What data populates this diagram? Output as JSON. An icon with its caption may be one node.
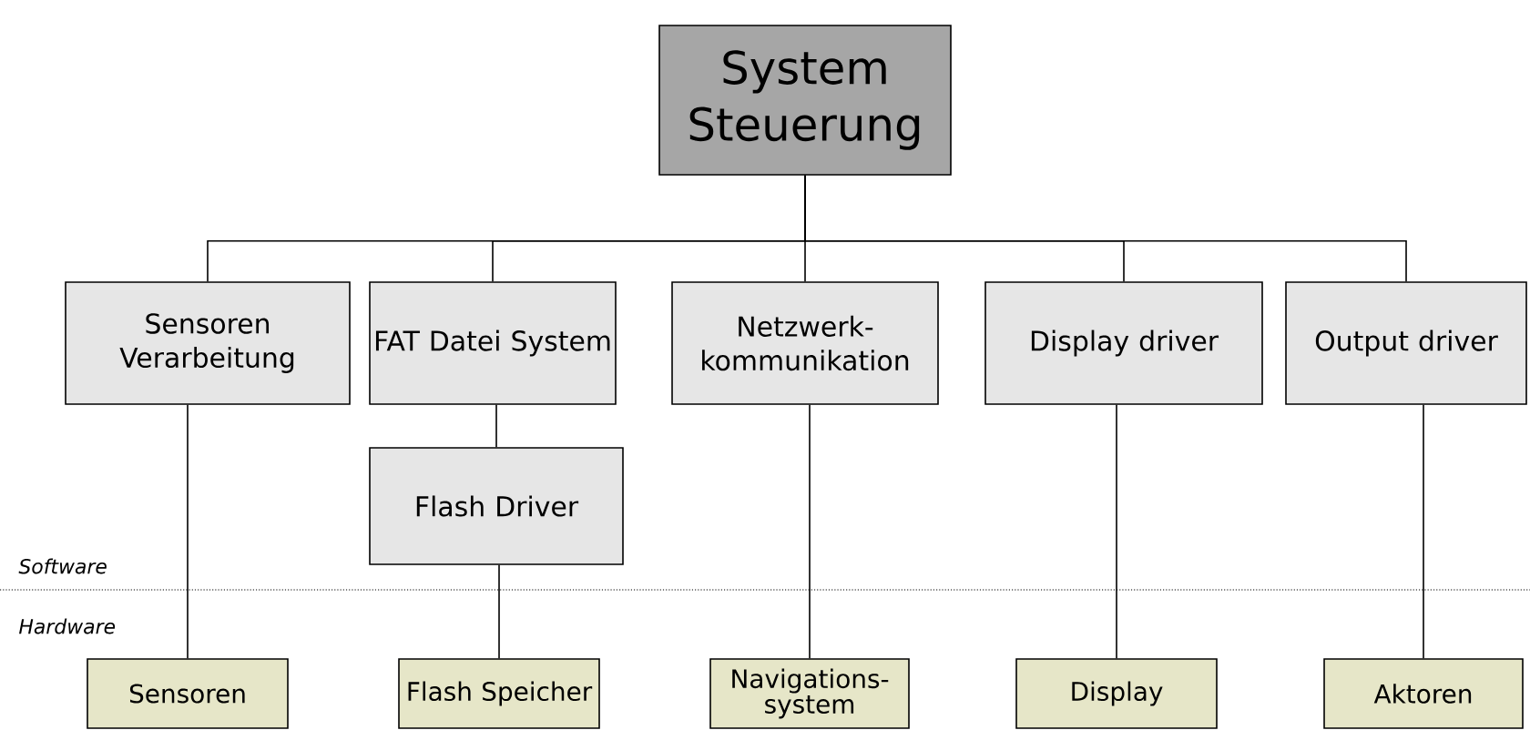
{
  "diagram": {
    "nodes": [
      {
        "text": [
          "System Steuerung"
        ]
      },
      {
        "text": [
          "Sensoren Verarbeitung"
        ]
      },
      {
        "text": [
          "FAT Datei System"
        ]
      },
      {
        "text": [
          "Netzwerk- kommunikation"
        ]
      },
      {
        "text": [
          "Display driver"
        ]
      },
      {
        "text": [
          "Output driver"
        ]
      },
      {
        "text": [
          "Flash Driver"
        ]
      },
      {
        "text": [
          "Sensoren"
        ]
      },
      {
        "text": [
          "Flash Speicher"
        ]
      },
      {
        "text": [
          "Navigations- system"
        ]
      },
      {
        "text": [
          "Display"
        ]
      },
      {
        "text": [
          "Aktoren"
        ]
      }
    ],
    "edges": [
      {
        "from": 0,
        "to": 1,
        "arrow": "none"
      },
      {
        "from": 0,
        "to": 2,
        "arrow": "none"
      },
      {
        "from": 0,
        "to": 3,
        "arrow": "none"
      },
      {
        "from": 0,
        "to": 4,
        "arrow": "none"
      },
      {
        "from": 0,
        "to": 5,
        "arrow": "none"
      },
      {
        "from": 1,
        "to": 7,
        "arrow": "none"
      },
      {
        "from": 2,
        "to": 6,
        "arrow": "none"
      },
      {
        "from": 6,
        "to": 8,
        "arrow": "none"
      },
      {
        "from": 3,
        "to": 9,
        "arrow": "none"
      },
      {
        "from": 4,
        "to": 10,
        "arrow": "none"
      },
      {
        "from": 5,
        "to": 11,
        "arrow": "none"
      }
    ],
    "labels": [
      "Software",
      "Hardware"
    ]
  }
}
